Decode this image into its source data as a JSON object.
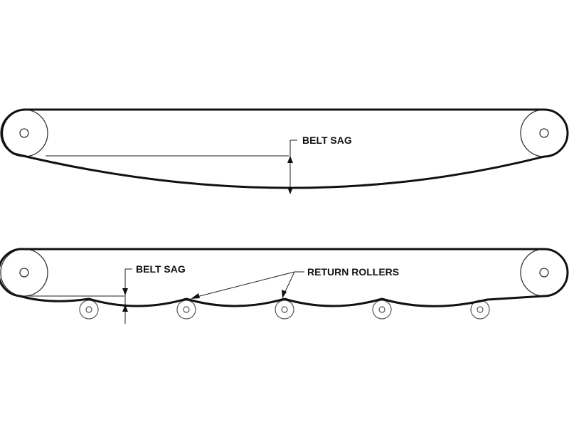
{
  "labels": {
    "top_belt_sag": "BELT SAG",
    "bottom_belt_sag": "BELT SAG",
    "return_rollers": "RETURN ROLLERS"
  },
  "colors": {
    "line": "#111111",
    "background": "#ffffff"
  }
}
